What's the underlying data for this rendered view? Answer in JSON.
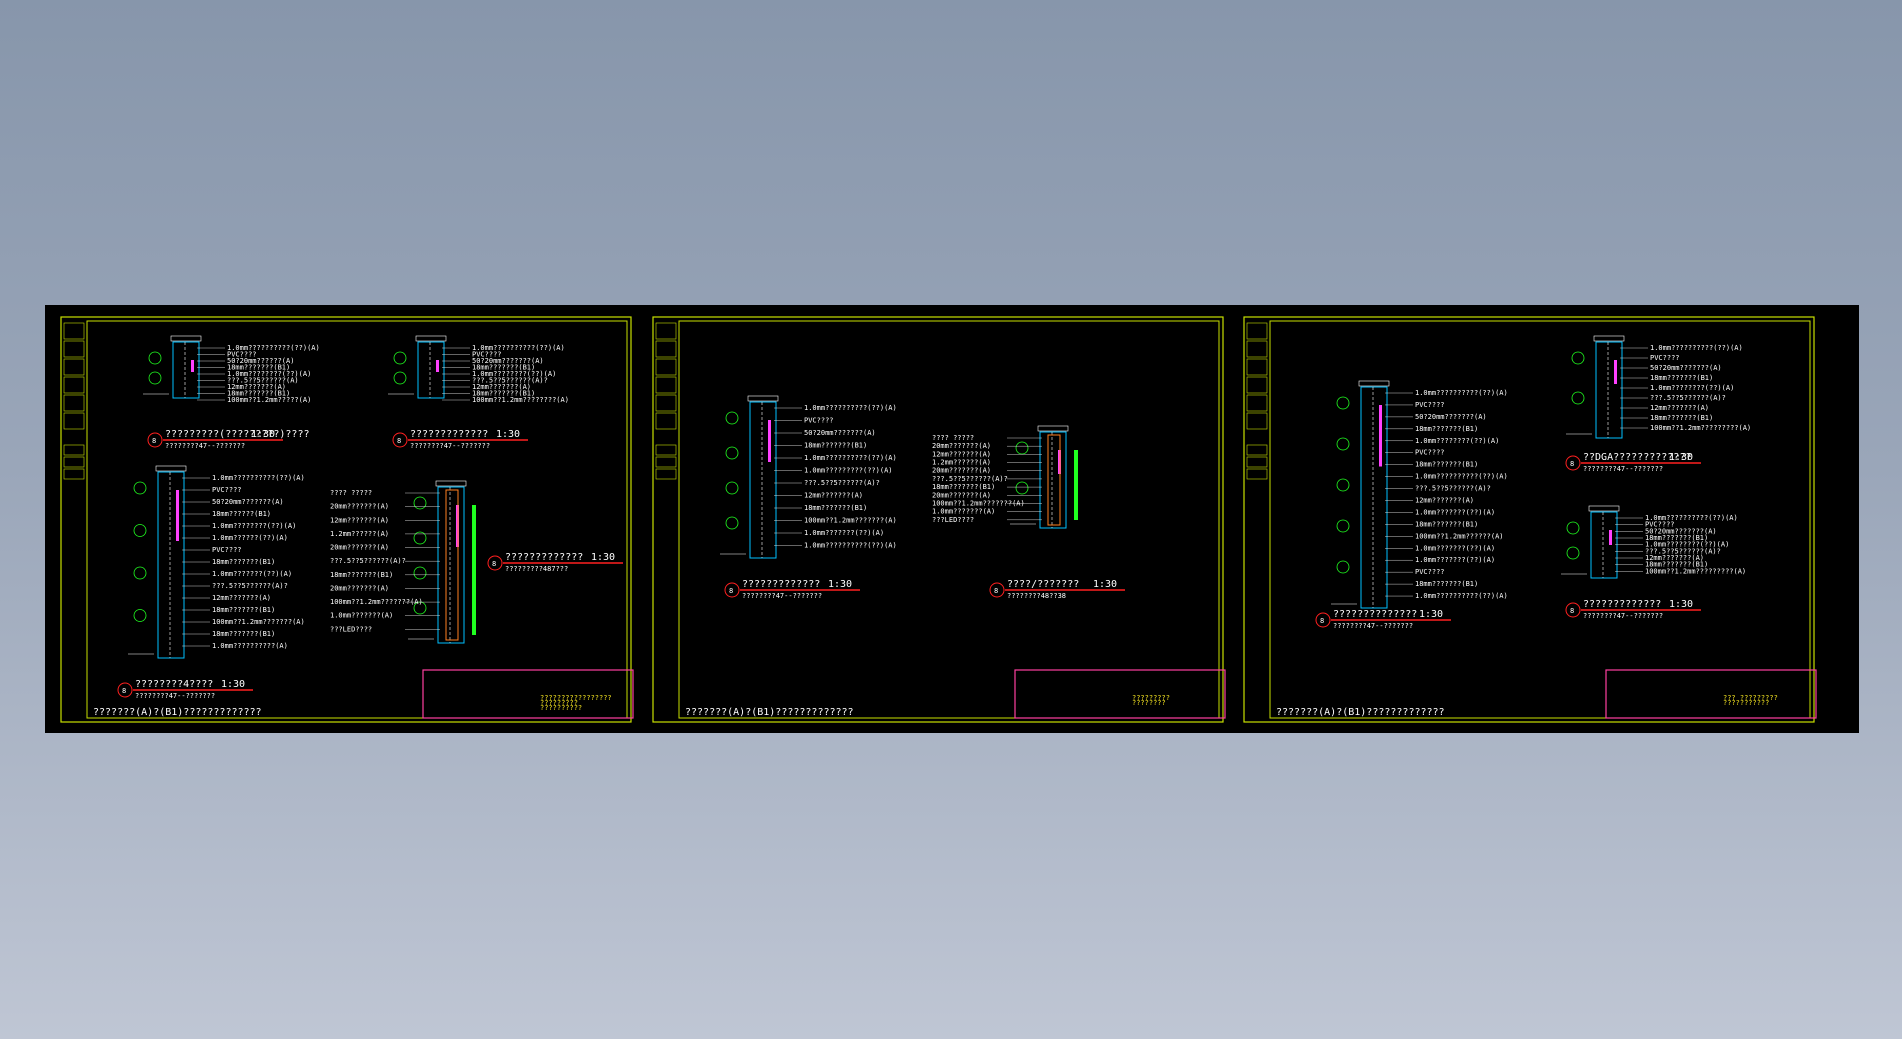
{
  "colors": {
    "background_gradient_top": "#8796ab",
    "background_gradient_bottom": "#bfc6d4",
    "canvas": "#000000",
    "frame": "#c8e000",
    "title_block": "#ff40a0",
    "leader": "#ff2020",
    "wall": "#00c0ff",
    "membrane": "#ff40ff",
    "bracket": "#20ff20"
  },
  "sheets": [
    {
      "sheet_title": "???????(A)?(B1)?????????????",
      "title_block": {
        "line1": "?????????????????",
        "line2": "?????????",
        "line3": "??????????"
      },
      "details": [
        {
          "no": "8",
          "title": "?????????(?????????)????",
          "scale": "1:30",
          "subtitle": "????????47--???????",
          "notes": [
            "1.0mm??????????(??)(A)",
            "PVC????",
            "50?20mm??????(A)",
            "18mm???????(B1)",
            "1.0mm????????(??)(A)",
            "???.5??5??????(A)",
            "12mm???????(A)",
            "18mm???????(B1)",
            "100mm??1.2mm?????(A)"
          ]
        },
        {
          "no": "8",
          "title": "?????????????",
          "scale": "1:30",
          "subtitle": "????????47--???????",
          "notes": [
            "1.0mm??????????(??)(A)",
            "PVC????",
            "50?20mm???????(A)",
            "18mm???????(B1)",
            "1.0mm????????(??)(A)",
            "???.5??5??????(A)?",
            "12mm???????(A)",
            "18mm???????(B1)",
            "100mm??1.2mm????????(A)"
          ]
        },
        {
          "no": "8",
          "title": "????????4????",
          "scale": "1:30",
          "subtitle": "????????47--???????",
          "notes": [
            "1.0mm??????????(??)(A)",
            "PVC????",
            "50?20mm???????(A)",
            "18mm??????(B1)",
            "1.0mm????????(??)(A)",
            "1.0mm??????(??)(A)",
            "PVC????",
            "18mm???????(B1)",
            "1.0mm???????(??)(A)",
            "???.5??5??????(A)?",
            "12mm???????(A)",
            "18mm???????(B1)",
            "100mm??1.2mm???????(A)",
            "18mm???????(B1)",
            "1.0mm??????????(A)"
          ]
        },
        {
          "no": "8",
          "title": "?????????????",
          "scale": "1:30",
          "subtitle": "?????????487???",
          "notes": [
            "????  ?????",
            "20mm???????(A)",
            "12mm???????(A)",
            "1.2mm??????(A)",
            "20mm???????(A)",
            "???.5??5??????(A)?",
            "18mm???????(B1)",
            "20mm???????(A)",
            "100mm??1.2mm???????(A)",
            "1.0mm???????(A)",
            "???LED????"
          ]
        }
      ]
    },
    {
      "sheet_title": "???????(A)?(B1)?????????????",
      "title_block": {
        "line1": "?????????",
        "line2": "????????"
      },
      "details": [
        {
          "no": "8",
          "title": "?????????????",
          "scale": "1:30",
          "subtitle": "????????47--???????",
          "notes": [
            "1.0mm??????????(??)(A)",
            "PVC????",
            "50?20mm???????(A)",
            "18mm???????(B1)",
            "1.0mm??????????(??)(A)",
            "1.0mm?????????(??)(A)",
            "???.5??5??????(A)?",
            "12mm???????(A)",
            "18mm???????(B1)",
            "100mm??1.2mm???????(A)",
            "1.0mm???????(??)(A)",
            "1.0mm??????????(??)(A)"
          ]
        },
        {
          "no": "8",
          "title": "????/???????",
          "scale": "1:30",
          "subtitle": "????????48??38",
          "notes": [
            "????  ?????",
            "20mm???????(A)",
            "12mm???????(A)",
            "1.2mm??????(A)",
            "20mm???????(A)",
            "???.5??5??????(A)?",
            "18mm???????(B1)",
            "20mm???????(A)",
            "100mm??1.2mm???????(A)",
            "1.0mm???????(A)",
            "???LED????"
          ]
        }
      ]
    },
    {
      "sheet_title": "???????(A)?(B1)?????????????",
      "title_block": {
        "line1": "??? ?????????",
        "line2": "???????????"
      },
      "details": [
        {
          "no": "8",
          "title": "??????????????",
          "scale": "1:30",
          "subtitle": "????????47--???????",
          "notes": [
            "1.0mm??????????(??)(A)",
            "PVC????",
            "50?20mm???????(A)",
            "18mm???????(B1)",
            "1.0mm????????(??)(A)",
            "PVC????",
            "18mm???????(B1)",
            "1.0mm??????????(??)(A)",
            "???.5??5??????(A)?",
            "12mm???????(A)",
            "1.0mm???????(??)(A)",
            "18mm???????(B1)",
            "100mm??1.2mm??????(A)",
            "1.0mm???????(??)(A)",
            "1.0mm???????(??)(A)",
            "PVC????",
            "18mm???????(B1)",
            "1.0mm??????????(??)(A)"
          ]
        },
        {
          "no": "8",
          "title": "??DGA?????????????",
          "scale": "1:30",
          "subtitle": "????????47--???????",
          "notes": [
            "1.0mm??????????(??)(A)",
            "PVC????",
            "50?20mm???????(A)",
            "18mm???????(B1)",
            "1.0mm????????(??)(A)",
            "???.5??5??????(A)?",
            "12mm???????(A)",
            "18mm???????(B1)",
            "100mm??1.2mm?????????(A)"
          ]
        },
        {
          "no": "8",
          "title": "?????????????",
          "scale": "1:30",
          "subtitle": "????????47--???????",
          "notes": [
            "1.0mm??????????(??)(A)",
            "PVC????",
            "50?20mm???????(A)",
            "18mm???????(B1)",
            "1.0mm????????(??)(A)",
            "???.5??5??????(A)?",
            "12mm???????(A)",
            "18mm???????(B1)",
            "100mm??1.2mm?????????(A)"
          ]
        }
      ]
    }
  ]
}
